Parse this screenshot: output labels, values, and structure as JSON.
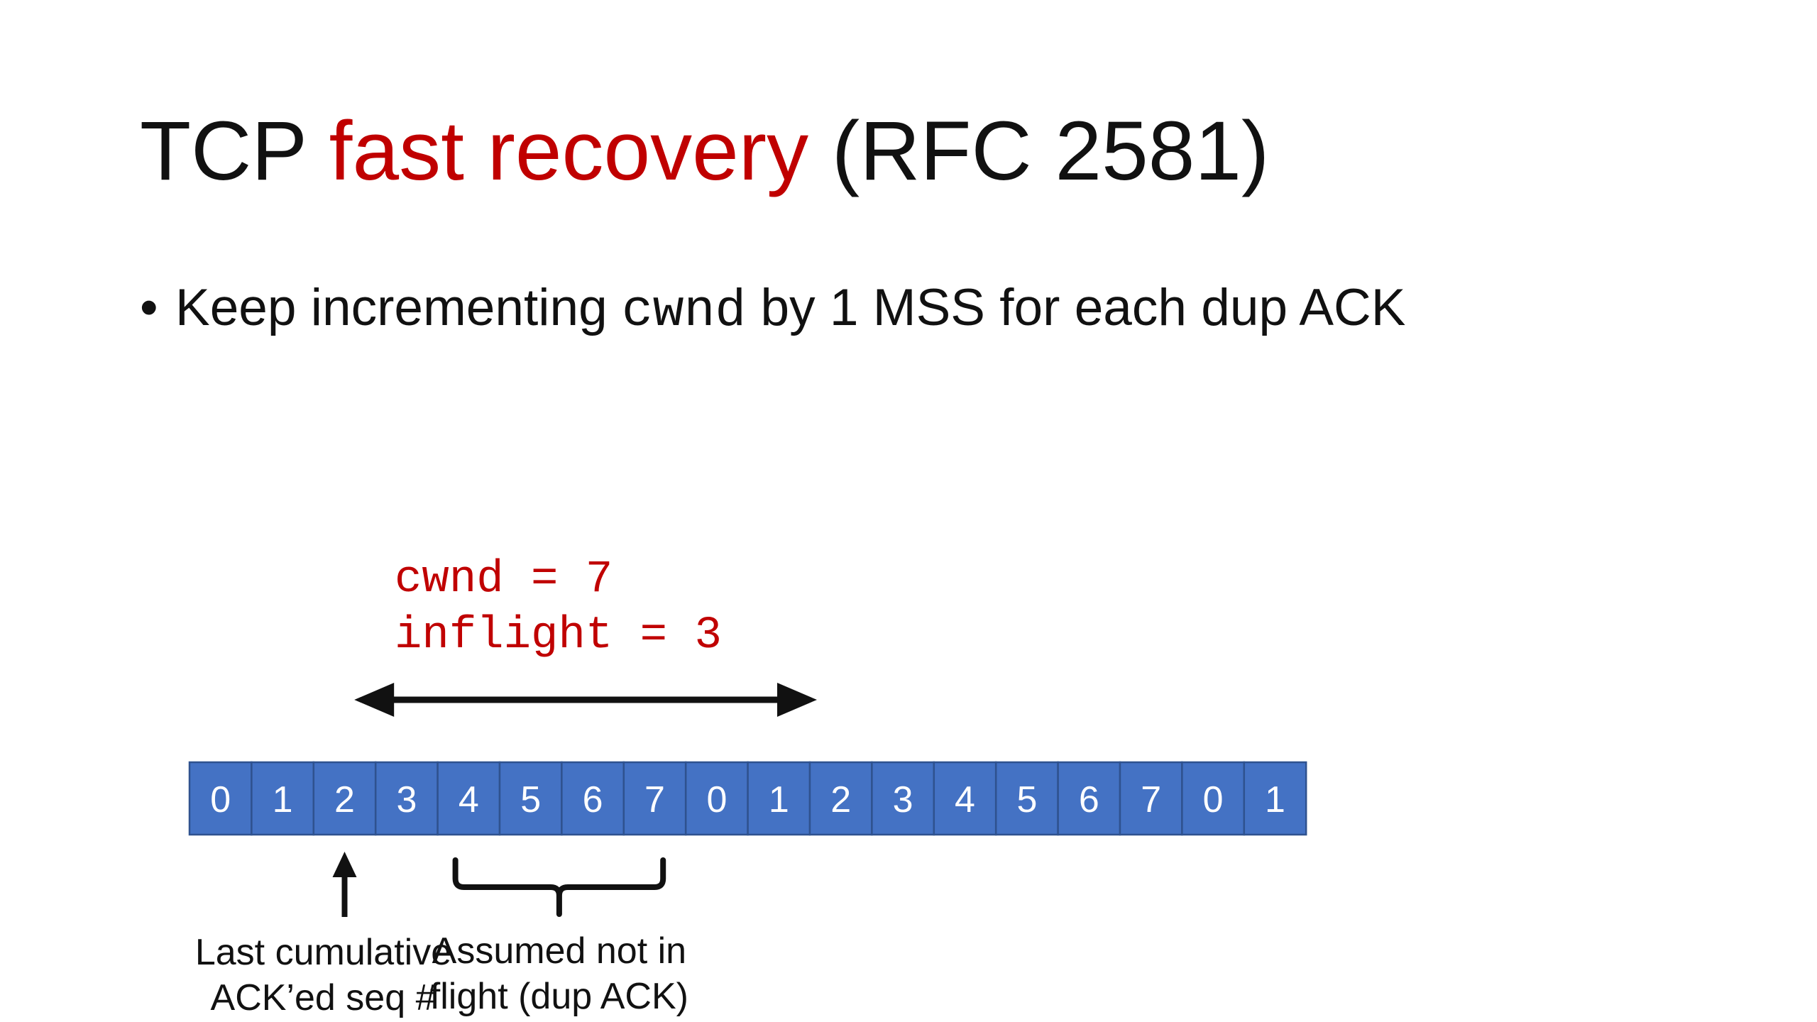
{
  "title": {
    "prefix": "TCP ",
    "highlight": "fast recovery",
    "suffix": " (RFC 2581)"
  },
  "bullet": {
    "marker": "•",
    "before": "Keep incrementing ",
    "code": "cwnd",
    "after": " by 1 MSS for each dup ACK"
  },
  "window_info": {
    "cwnd_line": "cwnd = 7",
    "inflight_line": "inflight = 3"
  },
  "sequence": {
    "labels": [
      "0",
      "1",
      "2",
      "3",
      "4",
      "5",
      "6",
      "7",
      "0",
      "1",
      "2",
      "3",
      "4",
      "5",
      "6",
      "7",
      "0",
      "1"
    ],
    "last_acked_index": 2,
    "not_in_flight_range": [
      4,
      7
    ],
    "window_range": [
      3,
      9
    ]
  },
  "annotations": {
    "last_acked_line1": "Last cumulative",
    "last_acked_line2": "ACK’ed seq #",
    "not_in_flight_line1": "Assumed not in",
    "not_in_flight_line2": "flight (dup ACK)"
  },
  "colors": {
    "segment_fill": "#4472c4",
    "segment_border": "#2f528f",
    "accent": "#c00000",
    "text": "#111111"
  }
}
